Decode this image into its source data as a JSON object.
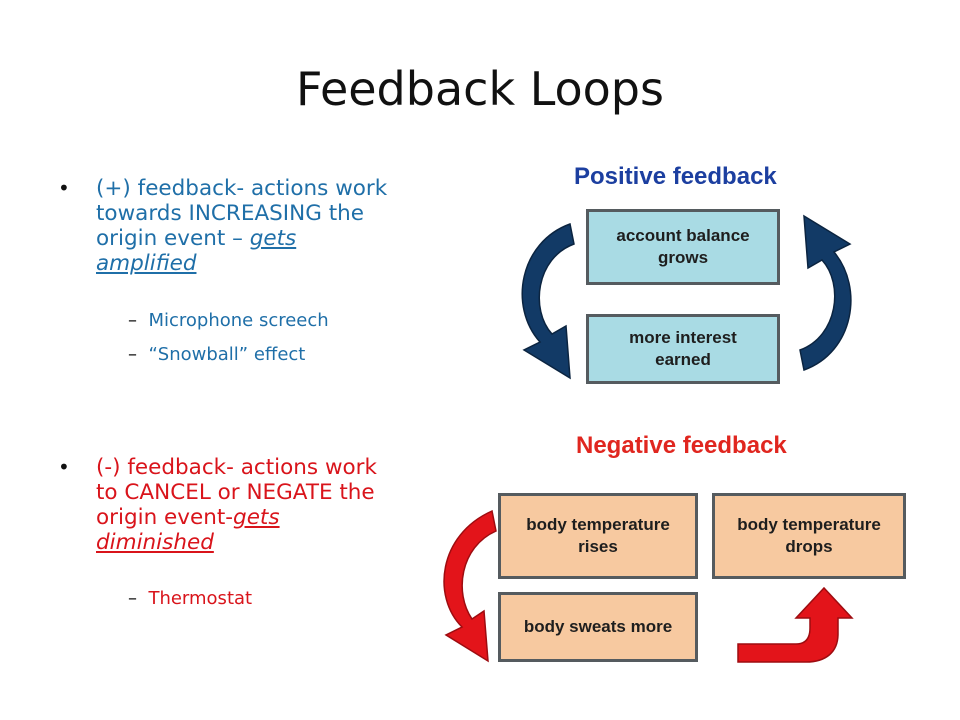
{
  "slide": {
    "title": "Feedback Loops"
  },
  "positive": {
    "bullet_main": "(+) feedback- actions work towards INCREASING the origin event – ",
    "bullet_emphasis": "gets amplified",
    "sub_items": [
      "Microphone screech",
      "“Snowball” effect"
    ]
  },
  "negative": {
    "bullet_main": "(-) feedback- actions work to CANCEL or NEGATE the origin event-",
    "bullet_emphasis": "gets diminished",
    "sub_items": [
      "Thermostat"
    ]
  },
  "figure": {
    "positive_title": "Positive feedback",
    "negative_title": "Negative feedback",
    "positive_box_1": "account balance\ngrows",
    "positive_box_2": "more interest\nearned",
    "negative_box_1": "body temperature\nrises",
    "negative_box_2": "body sweats more",
    "negative_box_3": "body temperature\ndrops"
  },
  "colors": {
    "positive_text": "#1f6fa8",
    "negative_text": "#d9141b",
    "positive_title": "#1c3fa0",
    "negative_title": "#e0261f",
    "blue_box": "#a9dbe4",
    "tan_box": "#f7c9a0",
    "dark_arrow": "#123a66",
    "red_arrow": "#e3141a"
  },
  "icons": {
    "bullet": "bullet-dot-icon",
    "arrows": [
      "curved-arrow-down-icon",
      "curved-arrow-up-icon",
      "red-curved-arrow-down-icon",
      "red-turn-up-arrow-icon"
    ]
  }
}
